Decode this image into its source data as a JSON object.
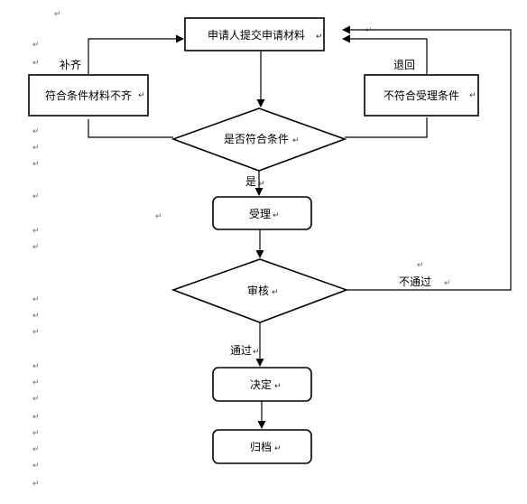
{
  "flowchart": {
    "nodes": {
      "submit": "申请人提交申请材料",
      "incomplete": "符合条件材料不齐",
      "not_qualified": "不符合受理条件",
      "check": "是否符合条件",
      "accept": "受理",
      "review": "审核",
      "decide": "决定",
      "archive": "归档"
    },
    "edges": {
      "supplement": "补齐",
      "return": "退回",
      "yes": "是",
      "pass": "通过",
      "not_pass": "不通过"
    },
    "paragraph_mark": "↵"
  }
}
